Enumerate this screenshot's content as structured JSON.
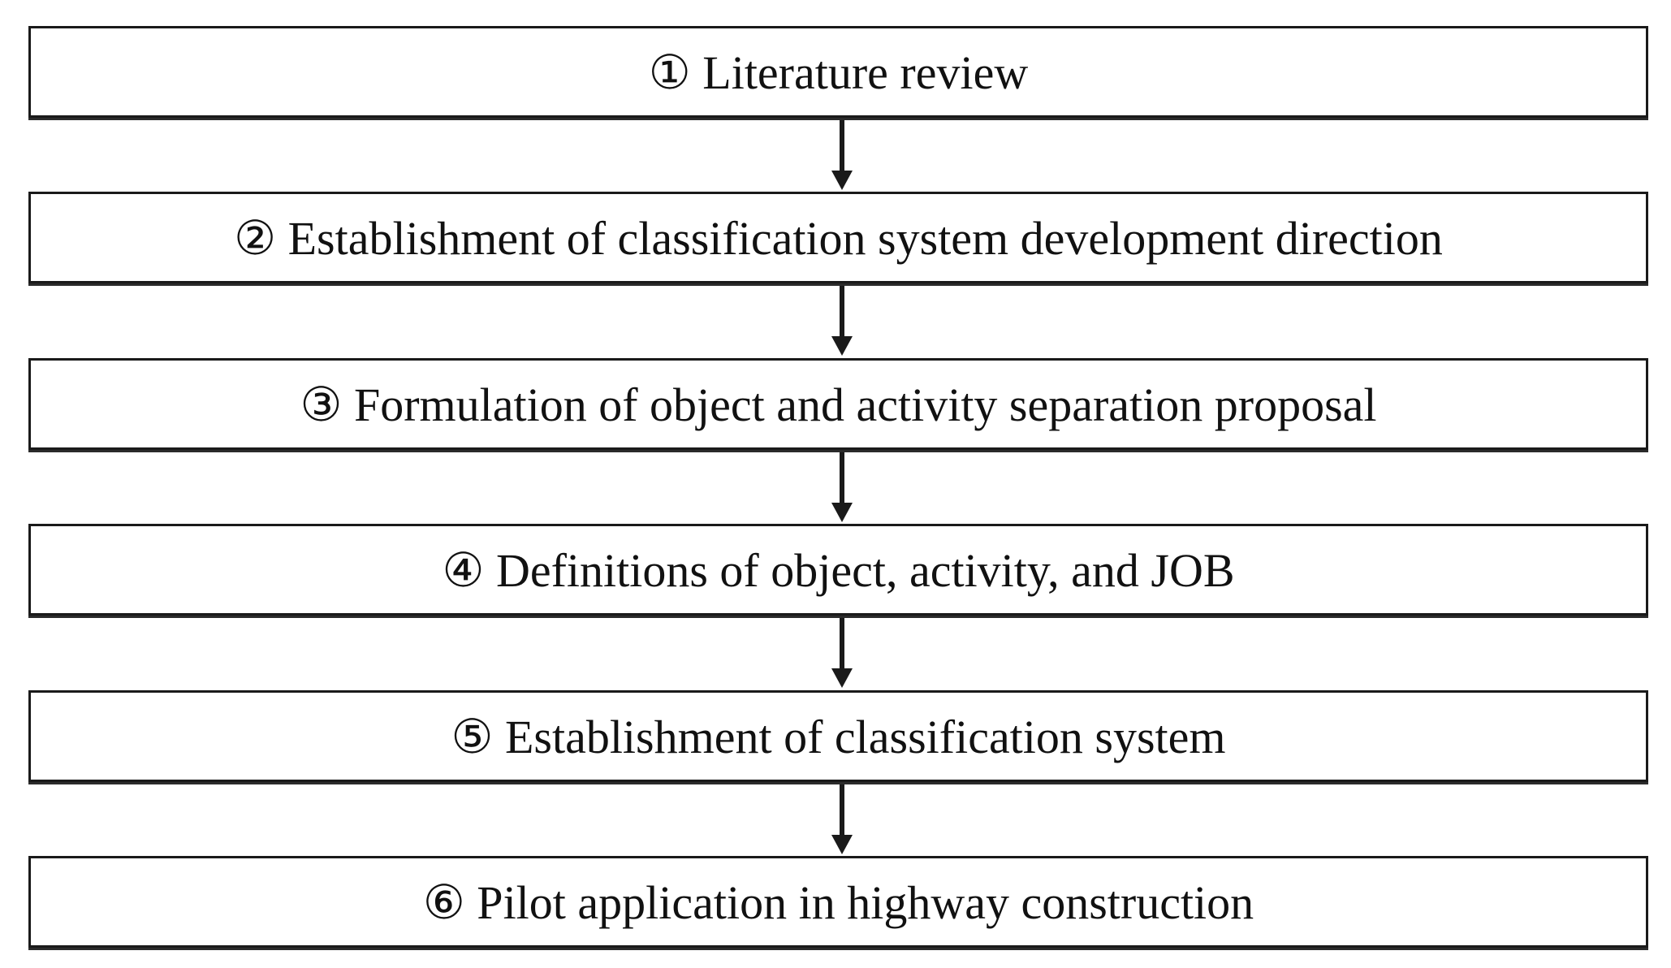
{
  "diagram": {
    "type": "flowchart",
    "direction": "top-to-bottom",
    "colors": {
      "border": "#1a1a1a",
      "text": "#111111",
      "background": "#ffffff"
    },
    "steps": [
      {
        "label": "① Literature review"
      },
      {
        "label": "② Establishment of classification system development direction"
      },
      {
        "label": "③ Formulation of object and activity separation proposal"
      },
      {
        "label": "④ Definitions of object, activity, and JOB"
      },
      {
        "label": "⑤ Establishment of classification system"
      },
      {
        "label": "⑥ Pilot application in highway construction"
      }
    ]
  }
}
